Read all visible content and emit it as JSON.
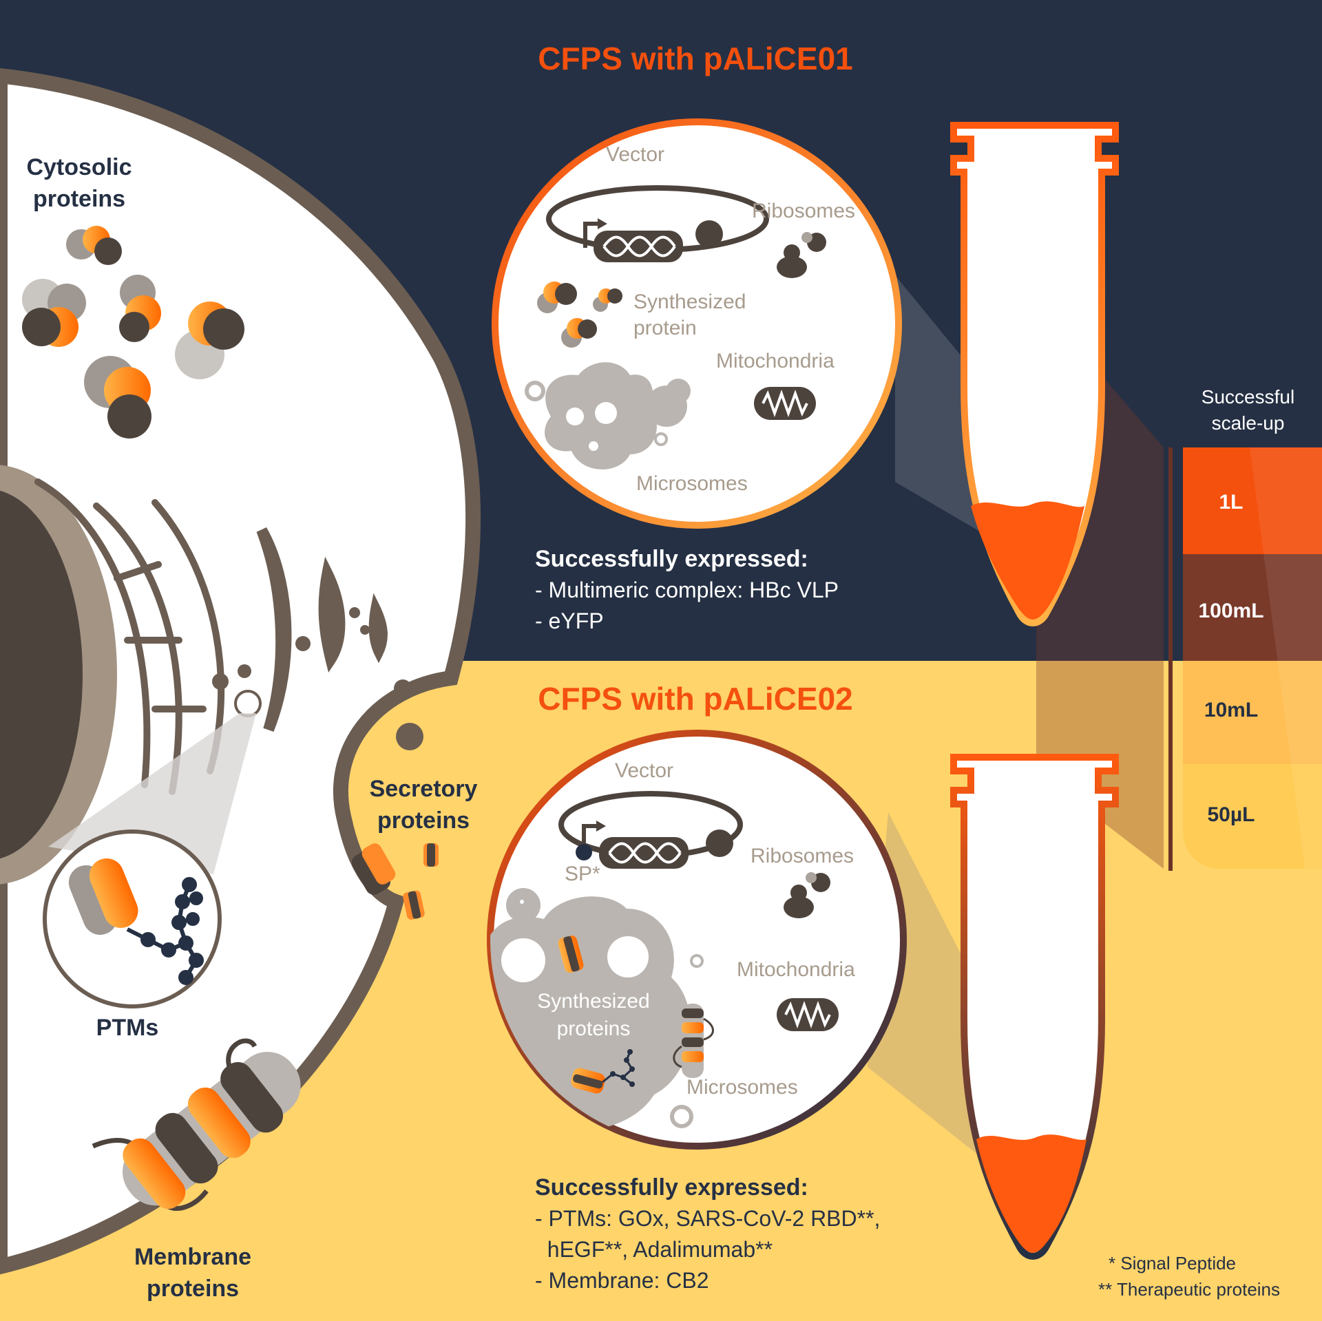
{
  "colors": {
    "navy": "#253044",
    "orange": "#f4500e",
    "yellow": "#ffd46b",
    "cell_brown": "#6b5d52",
    "protein_dark": "#4d433d",
    "organelle_gray": "#bab5b0"
  },
  "top_section": {
    "title": "CFPS with pALiCE01",
    "circle_labels": {
      "vector": "Vector",
      "ribosomes": "Ribosomes",
      "synthesized_line1": "Synthesized",
      "synthesized_line2": "protein",
      "mitochondria": "Mitochondria",
      "microsomes": "Microsomes"
    },
    "expressed": {
      "heading": "Successfully expressed:",
      "items": [
        "- Multimeric complex: HBc VLP",
        "- eYFP"
      ]
    }
  },
  "bottom_section": {
    "title": "CFPS with pALiCE02",
    "circle_labels": {
      "vector": "Vector",
      "sp": "SP*",
      "ribosomes": "Ribosomes",
      "mitochondria": "Mitochondria",
      "synthesized_line1": "Synthesized",
      "synthesized_line2": "proteins",
      "microsomes": "Microsomes"
    },
    "expressed": {
      "heading": "Successfully expressed:",
      "items": [
        "- PTMs: GOx, SARS-CoV-2 RBD**,",
        "  hEGF**, Adalimumab**",
        "- Membrane: CB2"
      ]
    }
  },
  "cell_labels": {
    "cytosolic_line1": "Cytosolic",
    "cytosolic_line2": "proteins",
    "ptms": "PTMs",
    "secretory_line1": "Secretory",
    "secretory_line2": "proteins",
    "membrane_line1": "Membrane",
    "membrane_line2": "proteins"
  },
  "scale_up": {
    "title_line1": "Successful",
    "title_line2": "scale-up",
    "levels": [
      "1L",
      "100mL",
      "10mL",
      "50µL"
    ],
    "level_colors": [
      "#f4500e",
      "#7a3a2a",
      "#ffbf55",
      "#ffcc55"
    ]
  },
  "footnotes": [
    "* Signal Peptide",
    "** Therapeutic proteins"
  ]
}
